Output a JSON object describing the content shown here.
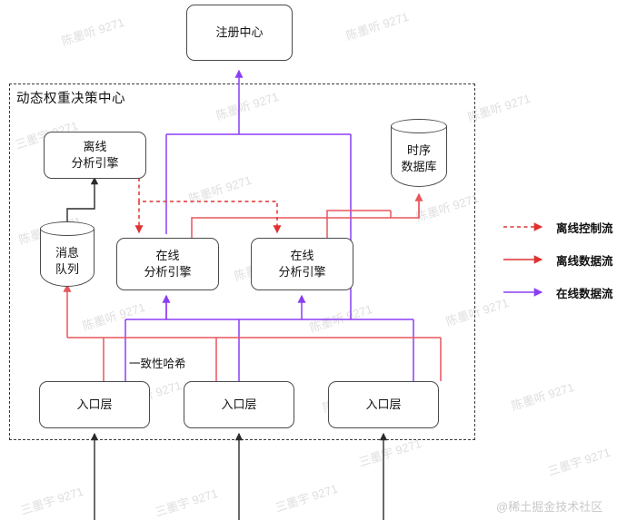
{
  "diagram": {
    "title": "动态权重决策中心",
    "group_label": "动态权重决策中心",
    "nodes": {
      "registry": "注册中心",
      "offline_engine": "离线\n分析引擎",
      "message_queue": "消息\n队列",
      "tsdb": "时序\n数据库",
      "online_engine_1": "在线\n分析引擎",
      "online_engine_2": "在线\n分析引擎",
      "entry_layer_1": "入口层",
      "entry_layer_2": "入口层",
      "entry_layer_3": "入口层"
    },
    "edge_labels": {
      "consistent_hash": "一致性哈希"
    },
    "legend": [
      {
        "label": "离线控制流",
        "color": "#e03131",
        "style": "dashed"
      },
      {
        "label": "离线数据流",
        "color": "#e03131",
        "style": "solid"
      },
      {
        "label": "在线数据流",
        "color": "#8b3df5",
        "style": "solid"
      }
    ],
    "colors": {
      "offline_control": "#e03131",
      "offline_data": "#e8565b",
      "online_data": "#8b3df5",
      "plain_edge": "#2b2b2b",
      "node_border": "#4a4a4a",
      "group_border": "#3a3a3a",
      "background": "#ffffff"
    },
    "watermarks": {
      "tile_text": "陈墨听 9271",
      "tile_text_alt": "三墨宇 9271",
      "brand": "@稀土掘金技术社区"
    }
  }
}
